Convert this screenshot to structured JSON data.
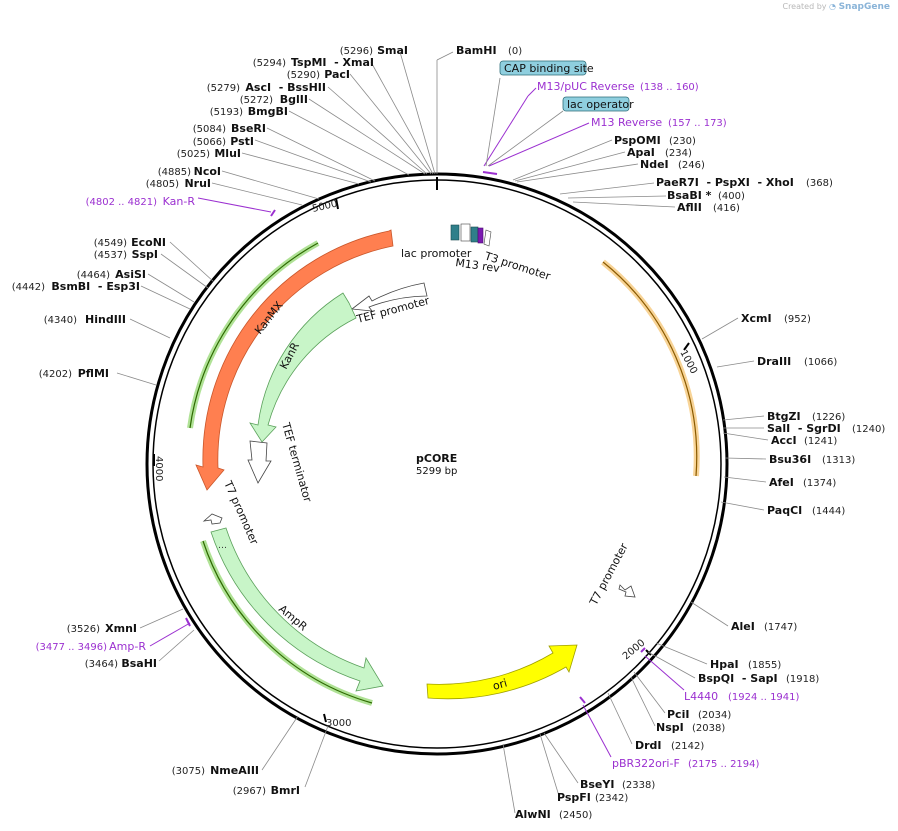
{
  "credit": {
    "prefix": "Created by",
    "brand": "SnapGene",
    "icon": "snapgene-logo-icon"
  },
  "plasmid": {
    "name": "pCORE",
    "length": "5299 bp"
  },
  "ticks": [
    "1000",
    "2000",
    "3000",
    "4000",
    "5000"
  ],
  "features": [
    {
      "name": "lac promoter",
      "label": "lac promoter",
      "color": "#ffffff"
    },
    {
      "name": "M13 rev",
      "label": "M13 rev",
      "color": "#ffffff"
    },
    {
      "name": "T3 promoter",
      "label": "T3 promoter",
      "color": "#ffffff"
    },
    {
      "name": "TEF promoter",
      "label": "TEF promoter",
      "color": "#ffffff"
    },
    {
      "name": "KanR",
      "label": "KanR",
      "color": "#c8f5c8"
    },
    {
      "name": "TEF terminator",
      "label": "TEF terminator",
      "color": "#ffffff"
    },
    {
      "name": "KanMX",
      "label": "KanMX",
      "color": "#ff7f50"
    },
    {
      "name": "T7 promoter left",
      "label": "T7 promoter",
      "color": "#ffffff"
    },
    {
      "name": "AmpR",
      "label": "AmpR",
      "color": "#c8f5c8"
    },
    {
      "name": "ori",
      "label": "ori",
      "color": "#ffff00"
    },
    {
      "name": "T7 promoter right",
      "label": "T7 promoter",
      "color": "#ffffff"
    }
  ],
  "boxed_labels": [
    "CAP binding site",
    "lac operator"
  ],
  "enzymes_right": [
    {
      "name": "BamHI",
      "num": "(0)"
    },
    {
      "name": "PspOMI",
      "num": "(230)"
    },
    {
      "name": "ApaI",
      "num": "(234)"
    },
    {
      "name": "NdeI",
      "num": "(246)"
    },
    {
      "name": "PaeR7I  - PspXI  - XhoI",
      "num": "(368)"
    },
    {
      "name": "BsaBI *",
      "num": "(400)"
    },
    {
      "name": "AflII",
      "num": "(416)"
    },
    {
      "name": "XcmI",
      "num": "(952)"
    },
    {
      "name": "DraIII",
      "num": "(1066)"
    },
    {
      "name": "BtgZI",
      "num": "(1226)"
    },
    {
      "name": "SalI  - SgrDI",
      "num": "(1240)"
    },
    {
      "name": "AccI",
      "num": "(1241)"
    },
    {
      "name": "Bsu36I",
      "num": "(1313)"
    },
    {
      "name": "AfeI",
      "num": "(1374)"
    },
    {
      "name": "PaqCI",
      "num": "(1444)"
    },
    {
      "name": "AleI",
      "num": "(1747)"
    },
    {
      "name": "HpaI",
      "num": "(1855)"
    },
    {
      "name": "BspQI  - SapI",
      "num": "(1918)"
    },
    {
      "name": "PciI",
      "num": "(2034)"
    },
    {
      "name": "NspI",
      "num": "(2038)"
    },
    {
      "name": "DrdI",
      "num": "(2142)"
    },
    {
      "name": "BseYI",
      "num": "(2338)"
    },
    {
      "name": "PspFI",
      "num": "(2342)"
    },
    {
      "name": "AlwNI",
      "num": "(2450)"
    }
  ],
  "enzymes_left": [
    {
      "name": "SmaI",
      "num": "(5296)"
    },
    {
      "name": "TspMI  - XmaI",
      "num": "(5294)"
    },
    {
      "name": "PacI",
      "num": "(5290)"
    },
    {
      "name": "AscI  - BssHII",
      "num": "(5279)"
    },
    {
      "name": "BglII",
      "num": "(5272)"
    },
    {
      "name": "BmgBI",
      "num": "(5193)"
    },
    {
      "name": "BseRI",
      "num": "(5084)"
    },
    {
      "name": "PstI",
      "num": "(5066)"
    },
    {
      "name": "MluI",
      "num": "(5025)"
    },
    {
      "name": "NcoI",
      "num": "(4885)"
    },
    {
      "name": "NruI",
      "num": "(4805)"
    },
    {
      "name": "EcoNI",
      "num": "(4549)"
    },
    {
      "name": "SspI",
      "num": "(4537)"
    },
    {
      "name": "AsiSI",
      "num": "(4464)"
    },
    {
      "name": "BsmBI  - Esp3I",
      "num": "(4442)"
    },
    {
      "name": "HindIII",
      "num": "(4340)"
    },
    {
      "name": "PflMI",
      "num": "(4202)"
    },
    {
      "name": "XmnI",
      "num": "(3526)"
    },
    {
      "name": "BsaHI",
      "num": "(3464)"
    },
    {
      "name": "NmeAIII",
      "num": "(3075)"
    },
    {
      "name": "BmrI",
      "num": "(2967)"
    }
  ],
  "primers": [
    {
      "name": "M13/pUC Reverse",
      "range": "(138 .. 160)"
    },
    {
      "name": "M13 Reverse",
      "range": "(157 .. 173)"
    },
    {
      "name": "Kan-R",
      "range": "(4802 .. 4821)"
    },
    {
      "name": "Amp-R",
      "range": "(3477 .. 3496)"
    },
    {
      "name": "L4440",
      "range": "(1924 .. 1941)"
    },
    {
      "name": "pBR322ori-F",
      "range": "(2175 .. 2194)"
    }
  ]
}
